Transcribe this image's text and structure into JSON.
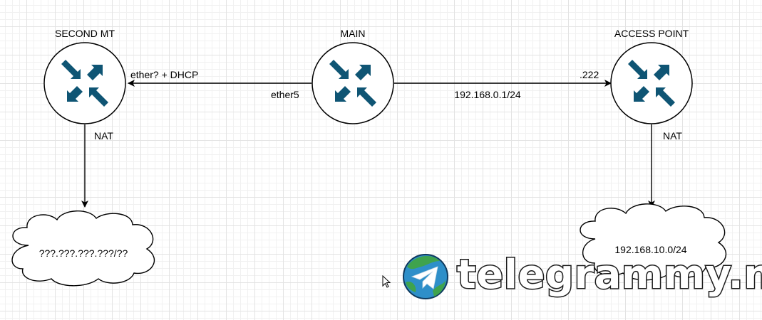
{
  "nodes": {
    "second_mt": {
      "title": "SECOND MT",
      "icon": "router-icon"
    },
    "main": {
      "title": "MAIN",
      "icon": "router-icon"
    },
    "access_point": {
      "title": "ACCESS POINT",
      "icon": "router-icon"
    }
  },
  "links": {
    "main_to_second": {
      "label_near_target": "ether? + DHCP",
      "label_near_source": "ether5"
    },
    "main_to_access_point": {
      "label_middle": "192.168.0.1/24",
      "label_near_target": ".222"
    }
  },
  "nat": {
    "second_mt": "NAT",
    "access_point": "NAT"
  },
  "clouds": {
    "second_mt": {
      "label": "???.???.???.???/??",
      "icon": "cloud-icon"
    },
    "access_point": {
      "label": "192.168.10.0/24",
      "icon": "cloud-icon"
    }
  },
  "watermark": {
    "text": "telegrammy.net",
    "logo": "telegram-logo-icon"
  },
  "colors": {
    "router_arrows": "#0f5574",
    "router_outline": "#000000",
    "lines": "#000000",
    "watermark_fill": "#ffffff",
    "watermark_outline": "#1a1a1a",
    "logo_globe": "#2e8fc9",
    "logo_land": "#3fa34d"
  }
}
